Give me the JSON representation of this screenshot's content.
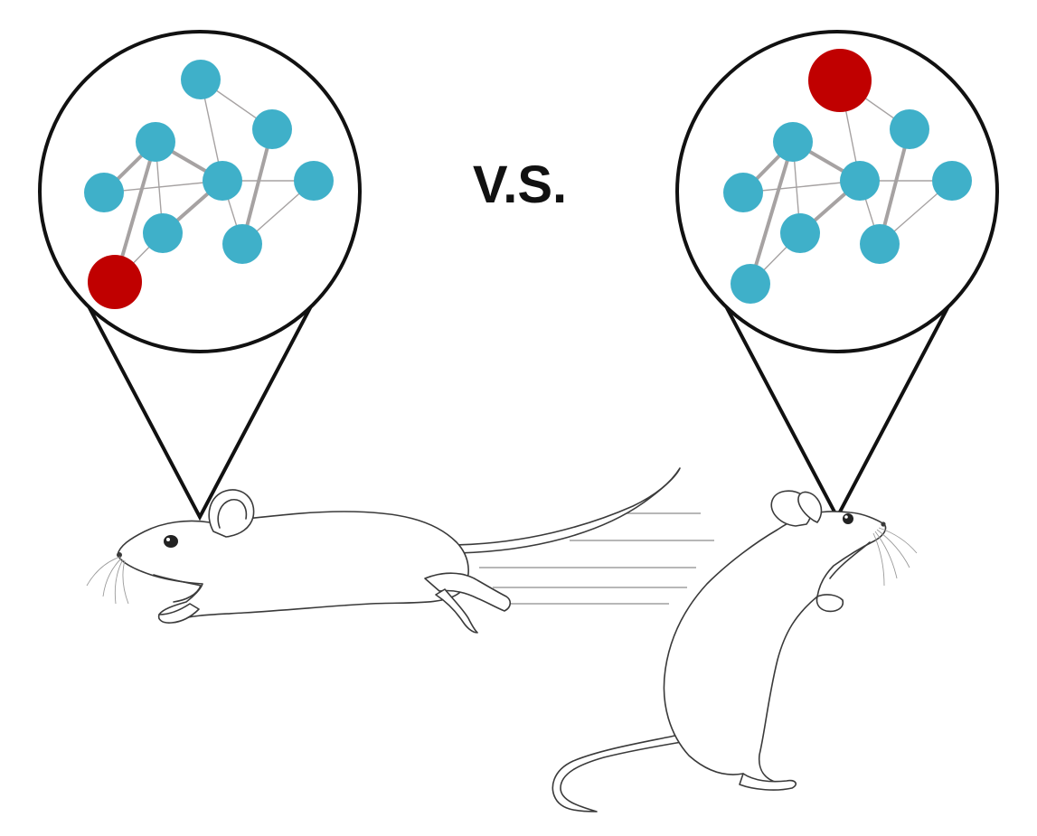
{
  "vs_text": "V.S.",
  "colors": {
    "node": "#3fb0c9",
    "highlight": "#c00000",
    "edge": "#a6a2a2",
    "outline": "#111111"
  },
  "networks": [
    {
      "name": "left-network",
      "nodes": [
        {
          "id": "a",
          "highlighted": false
        },
        {
          "id": "b",
          "highlighted": false
        },
        {
          "id": "c",
          "highlighted": false
        },
        {
          "id": "d",
          "highlighted": false
        },
        {
          "id": "e",
          "highlighted": false
        },
        {
          "id": "f",
          "highlighted": false
        },
        {
          "id": "g",
          "highlighted": false
        },
        {
          "id": "h",
          "highlighted": false
        },
        {
          "id": "r",
          "highlighted": true
        }
      ],
      "edges": [
        {
          "from": "a",
          "to": "d",
          "strong": false
        },
        {
          "from": "a",
          "to": "e",
          "strong": false
        },
        {
          "from": "b",
          "to": "c",
          "strong": true
        },
        {
          "from": "b",
          "to": "d",
          "strong": false
        },
        {
          "from": "c",
          "to": "d",
          "strong": true
        },
        {
          "from": "c",
          "to": "f",
          "strong": false
        },
        {
          "from": "d",
          "to": "f",
          "strong": true
        },
        {
          "from": "d",
          "to": "g",
          "strong": false
        },
        {
          "from": "e",
          "to": "g",
          "strong": true
        },
        {
          "from": "d",
          "to": "h",
          "strong": false
        },
        {
          "from": "g",
          "to": "h",
          "strong": false
        },
        {
          "from": "c",
          "to": "r",
          "strong": true
        },
        {
          "from": "f",
          "to": "r",
          "strong": false
        }
      ]
    },
    {
      "name": "right-network",
      "nodes": [
        {
          "id": "a",
          "highlighted": true
        },
        {
          "id": "b",
          "highlighted": false
        },
        {
          "id": "c",
          "highlighted": false
        },
        {
          "id": "d",
          "highlighted": false
        },
        {
          "id": "e",
          "highlighted": false
        },
        {
          "id": "f",
          "highlighted": false
        },
        {
          "id": "g",
          "highlighted": false
        },
        {
          "id": "h",
          "highlighted": false
        },
        {
          "id": "r",
          "highlighted": false
        }
      ],
      "edges": [
        {
          "from": "a",
          "to": "d",
          "strong": false
        },
        {
          "from": "a",
          "to": "e",
          "strong": false
        },
        {
          "from": "b",
          "to": "c",
          "strong": true
        },
        {
          "from": "b",
          "to": "d",
          "strong": false
        },
        {
          "from": "c",
          "to": "d",
          "strong": true
        },
        {
          "from": "c",
          "to": "f",
          "strong": false
        },
        {
          "from": "d",
          "to": "f",
          "strong": true
        },
        {
          "from": "d",
          "to": "g",
          "strong": false
        },
        {
          "from": "e",
          "to": "g",
          "strong": true
        },
        {
          "from": "d",
          "to": "h",
          "strong": false
        },
        {
          "from": "g",
          "to": "h",
          "strong": false
        },
        {
          "from": "c",
          "to": "r",
          "strong": true
        },
        {
          "from": "f",
          "to": "r",
          "strong": false
        }
      ]
    }
  ],
  "illustrations": [
    {
      "name": "running-mouse",
      "pose": "running"
    },
    {
      "name": "standing-mouse",
      "pose": "rearing"
    }
  ]
}
